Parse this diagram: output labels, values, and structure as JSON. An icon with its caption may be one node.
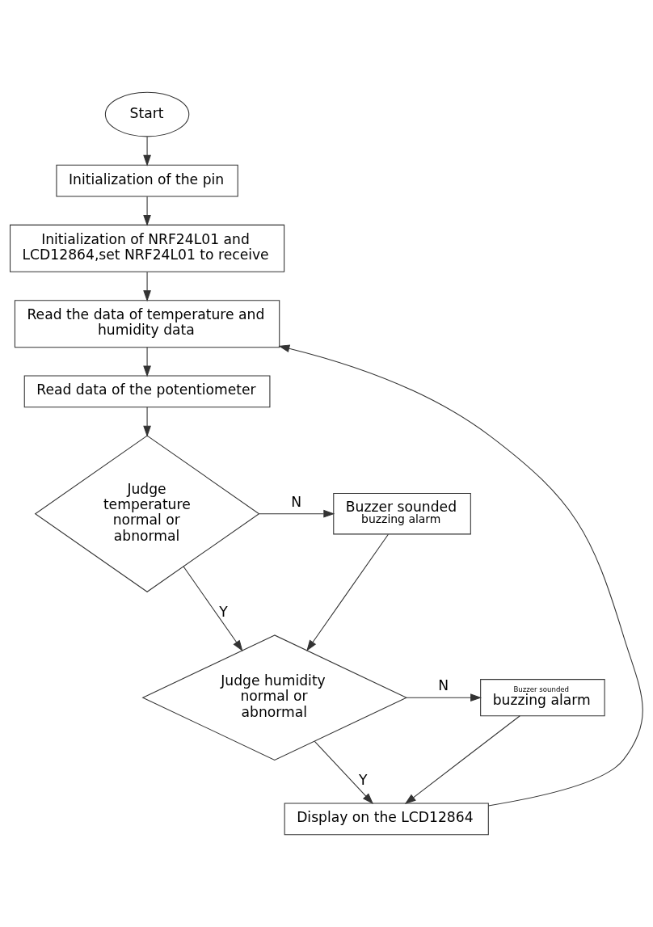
{
  "diagram": {
    "nodes": [
      {
        "text": [
          "Start"
        ]
      },
      {
        "text": [
          "Initialization of the pin"
        ]
      },
      {
        "text": [
          "Initialization of NRF24L01 and LCD12864,set NRF24L01 to receive"
        ]
      },
      {
        "text": [
          "Read the data of temperature and humidity data"
        ]
      },
      {
        "text": [
          "Read data of the potentiometer"
        ]
      },
      {
        "text": [
          "Judge temperature normal or abnormal"
        ]
      },
      {
        "text": [
          "Buzzer sounded",
          "buzzing alarm"
        ]
      },
      {
        "text": [
          "Judge humidity normal or abnormal"
        ]
      },
      {
        "text": [
          "Buzzer sounded",
          "buzzing alarm"
        ]
      },
      {
        "text": [
          "Display on the LCD12864"
        ]
      }
    ],
    "edges": [
      {
        "from": 0,
        "to": 1,
        "arrow": "to"
      },
      {
        "from": 1,
        "to": 2,
        "arrow": "to"
      },
      {
        "from": 2,
        "to": 3,
        "arrow": "to"
      },
      {
        "from": 3,
        "to": 4,
        "arrow": "to"
      },
      {
        "from": 4,
        "to": 5,
        "arrow": "to"
      },
      {
        "from": 5,
        "to": 6,
        "arrow": "to",
        "label": "N"
      },
      {
        "from": 6,
        "to": 7,
        "arrow": "to"
      },
      {
        "from": 5,
        "to": 7,
        "arrow": "to",
        "label": "Y"
      },
      {
        "from": 7,
        "to": 8,
        "arrow": "to",
        "label": "N"
      },
      {
        "from": 8,
        "to": 9,
        "arrow": "to"
      },
      {
        "from": 7,
        "to": 9,
        "arrow": "to",
        "label": "Y"
      },
      {
        "from": 9,
        "to": 3,
        "arrow": "to"
      }
    ]
  }
}
